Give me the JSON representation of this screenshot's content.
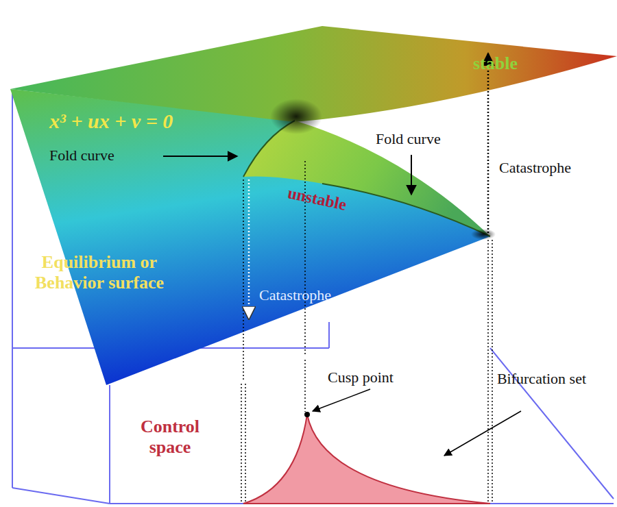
{
  "diagram": {
    "labels": [
      "x³ + ux + v = 0",
      "stable",
      "Fold curve",
      "Fold curve",
      "unstable",
      "Catastrophe",
      "Equilibrium or Behavior surface",
      "Catastrophe",
      "Cusp point",
      "Bifurcation set",
      "Control space"
    ]
  }
}
